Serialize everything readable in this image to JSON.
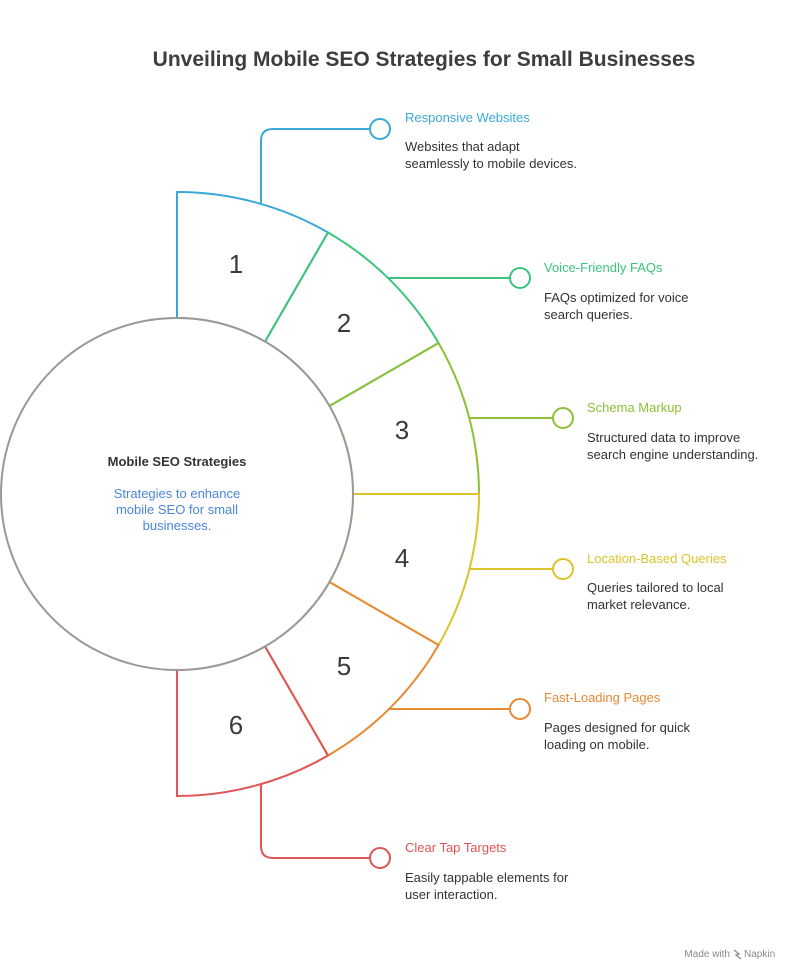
{
  "title": "Unveiling Mobile SEO Strategies for Small Businesses",
  "center": {
    "title": "Mobile SEO Strategies",
    "description": [
      "Strategies to enhance",
      "mobile SEO for small",
      "businesses."
    ]
  },
  "items": [
    {
      "number": "1",
      "title": "Responsive Websites",
      "description": [
        "Websites that adapt",
        "seamlessly to mobile devices."
      ],
      "color": "#3aa9d8"
    },
    {
      "number": "2",
      "title": "Voice-Friendly FAQs",
      "description": [
        "FAQs optimized for voice",
        "search queries."
      ],
      "color": "#3cc47c"
    },
    {
      "number": "3",
      "title": "Schema Markup",
      "description": [
        "Structured data to improve",
        "search engine understanding."
      ],
      "color": "#8fbf36"
    },
    {
      "number": "4",
      "title": "Location-Based Queries",
      "description": [
        "Queries tailored to local",
        "market relevance."
      ],
      "color": "#dcc42a"
    },
    {
      "number": "5",
      "title": "Fast-Loading Pages",
      "description": [
        "Pages designed for quick",
        "loading on mobile."
      ],
      "color": "#e58a35"
    },
    {
      "number": "6",
      "title": "Clear Tap Targets",
      "description": [
        "Easily tappable elements for",
        "user interaction."
      ],
      "color": "#e05555"
    }
  ],
  "footer": {
    "made_with": "Made with",
    "brand": "Napkin"
  },
  "colors": {
    "center_outline": "#999999",
    "center_desc": "#4a86d8"
  }
}
